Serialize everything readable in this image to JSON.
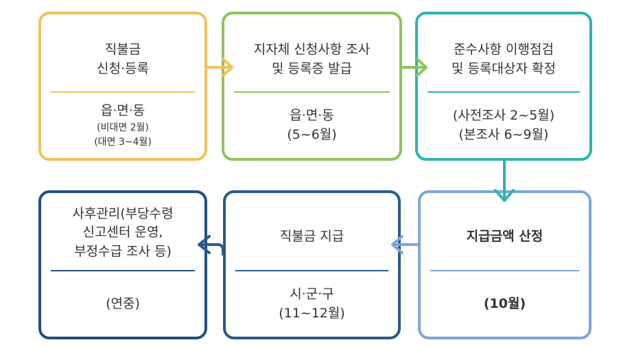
{
  "colors": {
    "yellow": "#efc35a",
    "green": "#8cc45c",
    "teal": "#2fb3b0",
    "lightblue": "#7aa7d6",
    "navy": "#2a5a8a",
    "darknavy": "#1f4f80",
    "text": "#333333"
  },
  "boxes": [
    {
      "id": "step1",
      "top": [
        "직불금",
        "신청·등록"
      ],
      "bottom_main": "읍·면·동",
      "bottom_sub": [
        "(비대면 2월)",
        "(대면 3~4월)"
      ]
    },
    {
      "id": "step2",
      "top": [
        "지자체 신청사항 조사",
        "및 등록증 발급"
      ],
      "bottom": [
        "읍·면·동",
        "(5~6월)"
      ]
    },
    {
      "id": "step3",
      "top": [
        "준수사항 이행점검",
        "및 등록대상자 확정"
      ],
      "bottom": [
        "(사전조사 2~5월)",
        "(본조사 6~9월)"
      ]
    },
    {
      "id": "step4",
      "top": [
        "지급금액  산정"
      ],
      "bottom": [
        "(10월)"
      ]
    },
    {
      "id": "step5",
      "top": [
        "직불금 지급"
      ],
      "bottom": [
        "시·군·구",
        "(11~12월)"
      ]
    },
    {
      "id": "step6",
      "top": [
        "사후관리(부당수령",
        "신고센터 운영,",
        "부정수급 조사 등)"
      ],
      "bottom": [
        "(연중)"
      ]
    }
  ]
}
